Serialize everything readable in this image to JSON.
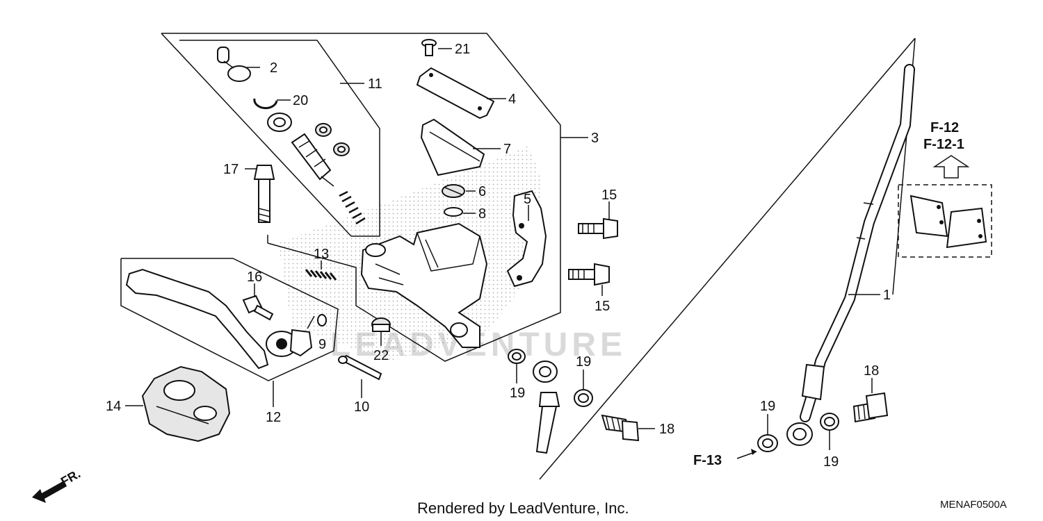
{
  "callouts": {
    "c1": "1",
    "c2": "2",
    "c3": "3",
    "c4": "4",
    "c5": "5",
    "c6": "6",
    "c7": "7",
    "c8": "8",
    "c9": "9",
    "c10": "10",
    "c11": "11",
    "c12": "12",
    "c13": "13",
    "c14": "14",
    "c15a": "15",
    "c15b": "15",
    "c16": "16",
    "c17": "17",
    "c18a": "18",
    "c18b": "18",
    "c19a": "19",
    "c19b": "19",
    "c19c": "19",
    "c19d": "19",
    "c20": "20",
    "c21": "21",
    "c22": "22"
  },
  "references": {
    "f12": "F-12",
    "f12_1": "F-12-1",
    "f13": "F-13"
  },
  "front_indicator": "FR.",
  "footer": "Rendered by LeadVenture, Inc.",
  "diagram_code": "MENAF0500A",
  "watermark": "LEADVENTURE"
}
